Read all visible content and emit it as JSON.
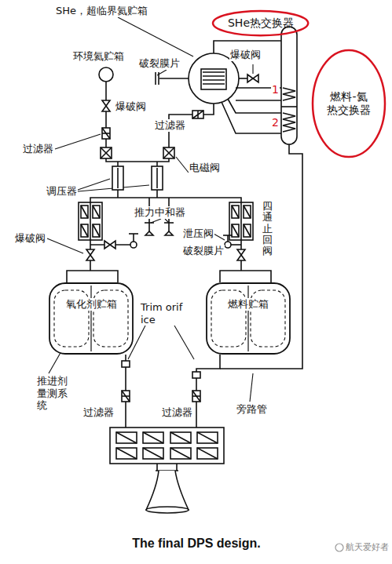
{
  "diagram": {
    "caption": "The final DPS design.",
    "nodes": [
      {
        "text": [
          "SHe热交换器"
        ]
      },
      {
        "text": [
          "燃料-氦热交换器"
        ]
      },
      {
        "text": [
          "氧化剂贮箱"
        ]
      },
      {
        "text": [
          "燃料贮箱"
        ]
      }
    ],
    "labels": [
      "SHe，超临界氦贮箱",
      "环境氦贮箱",
      "破裂膜片",
      "爆破阀",
      "1",
      "2",
      "爆破阀",
      "过滤器",
      "过滤器",
      "电磁阀",
      "调压器",
      "推力中和器",
      "四通止回阀",
      "爆破阀",
      "泄压阀",
      "破裂膜片",
      "Trim orifice",
      "推进剂量测系统",
      "过滤器",
      "过滤器",
      "旁路管",
      "航天爱好者"
    ]
  }
}
